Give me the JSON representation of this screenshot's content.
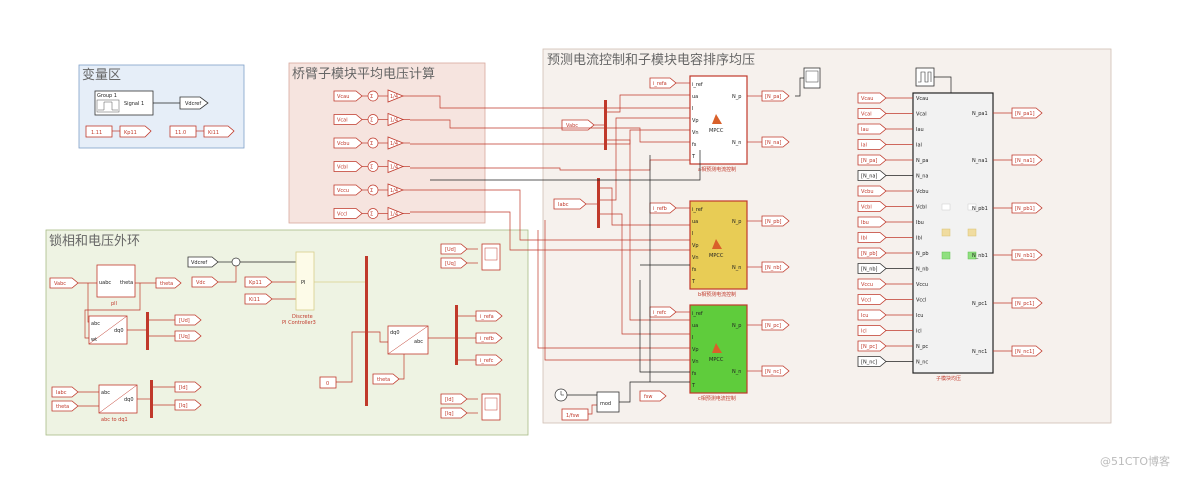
{
  "areas": {
    "var_area": "变量区",
    "arm_avg": "桥臂子模块平均电压计算",
    "pll_outer": "锁相和电压外环",
    "predict": "预测电流控制和子模块电容排序均压"
  },
  "var_block": {
    "group": "Group 1",
    "signal": "Signal 1",
    "vdcref_tag": "Vdcref",
    "const1": "1.11",
    "goto1": "Kp11",
    "const2": "11.0",
    "goto2": "Ki11"
  },
  "arm_inputs": [
    "Vcau",
    "Vcal",
    "Vcbu",
    "Vcbl",
    "Vccu",
    "Vccl"
  ],
  "gain_label": "1/4",
  "pll": {
    "vabc": "Vabc",
    "pll_in": "uabc",
    "pll_out": "theta",
    "pll_name": "pll",
    "theta_tag": "theta",
    "abc": "abc",
    "dq0": "dq0",
    "wt": "wt",
    "ud": "[Ud]",
    "uq": "[Uq]",
    "iabc": "Iabc",
    "theta2": "theta",
    "abc_dq_name": "abc to dq1",
    "id": "[Id]",
    "iq": "[Iq]"
  },
  "outer": {
    "vdcref": "Vdcref",
    "vdc": "Vdc",
    "kp": "Kp11",
    "ki": "Ki11",
    "pi": "PI",
    "pi_name1": "Discrete",
    "pi_name2": "PI Controller3",
    "zero": "0",
    "theta_from": "theta",
    "dq0": "dq0",
    "abc": "abc",
    "refa": "i_refa",
    "refb": "i_refb",
    "refc": "i_refc",
    "scope_ud": "[Ud]",
    "scope_uq": "[Uq]",
    "scope_id": "[Id]",
    "scope_iq": "[Iq]"
  },
  "mpcc": {
    "vabc": "Vabc",
    "iabc": "Iabc",
    "ports_in": [
      "i_ref",
      "ua",
      "I",
      "Vp",
      "Vn",
      "fs",
      "T"
    ],
    "port_np": "N_p",
    "port_nn": "N_n",
    "name": "MPCC",
    "phase_a": {
      "ref": "i_refa",
      "np": "[N_pa]",
      "nn": "[N_na]",
      "label": "a相预测电流控制"
    },
    "phase_b": {
      "ref": "i_refb",
      "np": "[N_pb]",
      "nn": "[N_nb]",
      "label": "b相预测电流控制"
    },
    "phase_c": {
      "ref": "i_refc",
      "np": "[N_pc]",
      "nn": "[N_nc]",
      "label": "c相预测电流控制"
    },
    "clock_label": "1/fsw",
    "mod": "mod",
    "fsw": "fsw"
  },
  "sort": {
    "inputs": [
      "Vcau",
      "Vcal",
      "Iau",
      "Ial",
      "[N_pa]",
      "[N_na]",
      "Vcbu",
      "Vcbl",
      "Ibu",
      "Ibl",
      "[N_pb]",
      "[N_nb]",
      "Vccu",
      "Vccl",
      "Icu",
      "Icl",
      "[N_pc]",
      "[N_nc]"
    ],
    "ports": [
      "Vcau",
      "Vcal",
      "Iau",
      "Ial",
      "N_pa",
      "N_na",
      "Vcbu",
      "Vcbl",
      "Ibu",
      "Ibl",
      "N_pb",
      "N_nb",
      "Vccu",
      "Vccl",
      "Icu",
      "Icl",
      "N_pc",
      "N_nc"
    ],
    "outputs": [
      "N_pa1",
      "N_na1",
      "N_pb1",
      "N_nb1",
      "N_pc1",
      "N_nc1"
    ],
    "outputs_tag": [
      "[N_pa1]",
      "[N_na1]",
      "[N_pb1]",
      "[N_nb1]",
      "[N_pc1]",
      "[N_nc1]"
    ],
    "name": "子模块均压"
  },
  "watermark": "@51CTO博客",
  "colors": {
    "var_bg": "#e6eef8",
    "arm_bg": "#f6e4df",
    "pll_bg": "#eef3e3",
    "pred_bg": "#f6f1ed",
    "mpcc_b": "#e8cc55",
    "mpcc_c": "#5fcc3c",
    "red": "#c0392b"
  }
}
